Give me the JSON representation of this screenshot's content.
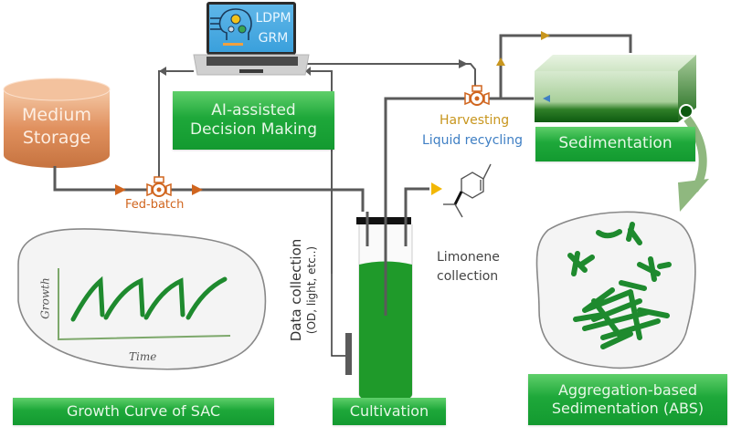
{
  "nodes": {
    "medium_storage": {
      "line1": "Medium",
      "line2": "Storage"
    },
    "ai_box": {
      "line1": "AI-assisted",
      "line2": "Decision Making"
    },
    "laptop": {
      "line1": "LDPM",
      "line2": "GRM"
    },
    "sedimentation": {
      "label": "Sedimentation"
    },
    "growth_curve": {
      "label": "Growth Curve of SAC"
    },
    "cultivation": {
      "label": "Cultivation"
    },
    "abs": {
      "line1": "Aggregation-based",
      "line2": "Sedimentation (ABS)"
    }
  },
  "labels": {
    "fed_batch": "Fed-batch",
    "harvesting": "Harvesting",
    "liquid_recycling": "Liquid recycling",
    "data_collection": "Data collection",
    "data_collection_sub": "(OD, light, etc..)",
    "limonene_1": "Limonene",
    "limonene_2": "collection"
  },
  "growth_chart": {
    "xlabel": "Time",
    "ylabel": "Growth"
  },
  "colors": {
    "pipe": "#5a5a5a",
    "orange": "#d0651e",
    "harvest": "#c8961e",
    "recycle": "#3f7fc4",
    "green": "#1ea83a",
    "limonene_arrow": "#f2b705",
    "culture": "#1f9a2a"
  }
}
